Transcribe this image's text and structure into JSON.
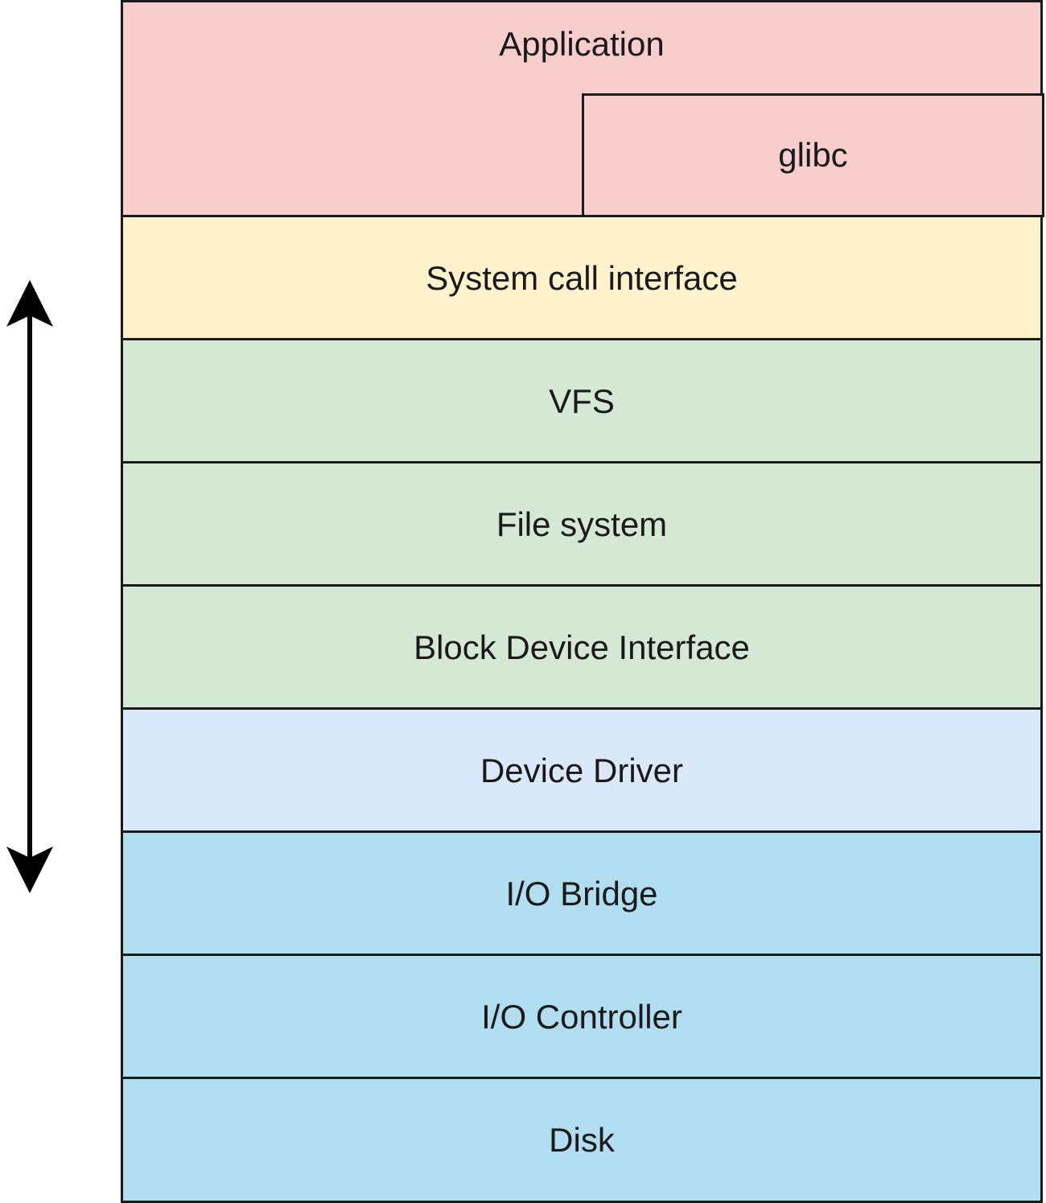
{
  "layers": [
    {
      "label": "Application",
      "color": "#f8cecc"
    },
    {
      "label": "System call interface",
      "color": "#fff2cc"
    },
    {
      "label": "VFS",
      "color": "#d5e8d4"
    },
    {
      "label": "File system",
      "color": "#d5e8d4"
    },
    {
      "label": "Block Device Interface",
      "color": "#d5e8d4"
    },
    {
      "label": "Device Driver",
      "color": "#dae8fc"
    },
    {
      "label": "I/O Bridge",
      "color": "#b1ddf0"
    },
    {
      "label": "I/O Controller",
      "color": "#b1ddf0"
    },
    {
      "label": "Disk",
      "color": "#b1ddf0"
    }
  ],
  "glibc": {
    "label": "glibc",
    "color": "#f8cecc"
  },
  "arrow": {
    "type": "bidirectional-vertical",
    "color": "#000000"
  }
}
